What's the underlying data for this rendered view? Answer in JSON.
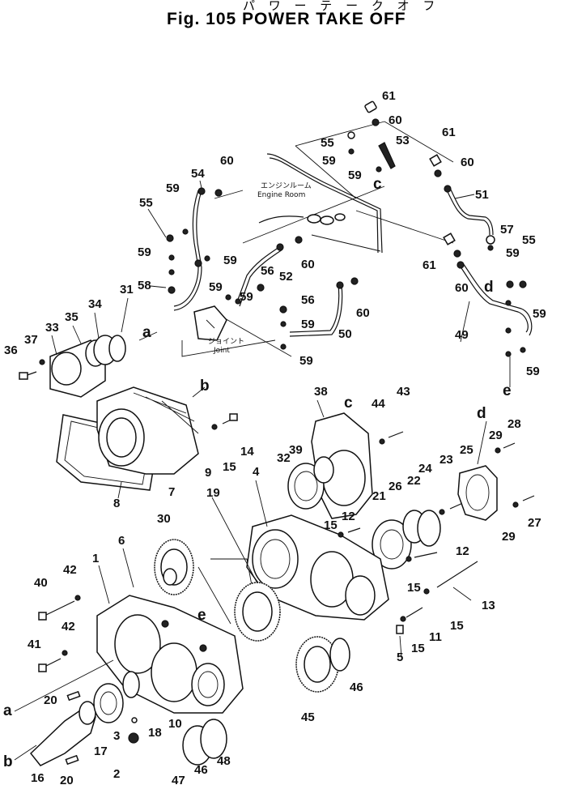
{
  "header": {
    "kana": "パ ワ ー テ ー ク オ フ",
    "title": "Fig. 105 POWER TAKE OFF"
  },
  "notes": {
    "engine_room_jp": "エンジンルーム",
    "engine_room_en": "Engine Room",
    "joint_jp": "ジョイント",
    "joint_en": "Joint"
  },
  "callouts": {
    "p1": "1",
    "p2": "2",
    "p3": "3",
    "p4": "4",
    "p5": "5",
    "p6": "6",
    "p7": "7",
    "p8": "8",
    "p9": "9",
    "p10": "10",
    "p11": "11",
    "p12a": "12",
    "p12b": "12",
    "p13": "13",
    "p14": "14",
    "p15a": "15",
    "p15b": "15",
    "p15c": "15",
    "p15d": "15",
    "p15e": "15",
    "p16": "16",
    "p17": "17",
    "p18": "18",
    "p19": "19",
    "p20a": "20",
    "p20b": "20",
    "p21": "21",
    "p22": "22",
    "p23": "23",
    "p24": "24",
    "p25": "25",
    "p26": "26",
    "p27": "27",
    "p28": "28",
    "p29a": "29",
    "p29b": "29",
    "p30": "30",
    "p31": "31",
    "p32": "32",
    "p33": "33",
    "p34": "34",
    "p35": "35",
    "p36": "36",
    "p37": "37",
    "p38": "38",
    "p39": "39",
    "p40": "40",
    "p41": "41",
    "p42a": "42",
    "p42b": "42",
    "p43": "43",
    "p44": "44",
    "p45": "45",
    "p46a": "46",
    "p46b": "46",
    "p47": "47",
    "p48": "48",
    "p49": "49",
    "p50": "50",
    "p51": "51",
    "p52": "52",
    "p53": "53",
    "p54": "54",
    "p55a": "55",
    "p55b": "55",
    "p55c": "55",
    "p56a": "56",
    "p56b": "56",
    "p57": "57",
    "p58": "58",
    "p59a": "59",
    "p59b": "59",
    "p59c": "59",
    "p59d": "59",
    "p59e": "59",
    "p59f": "59",
    "p59g": "59",
    "p59h": "59",
    "p59i": "59",
    "p59j": "59",
    "p59k": "59",
    "p60a": "60",
    "p60b": "60",
    "p60c": "60",
    "p60d": "60",
    "p60e": "60",
    "p60f": "60",
    "p61a": "61",
    "p61b": "61",
    "p61c": "61"
  },
  "refs": {
    "a_top": "a",
    "a_bottom": "a",
    "b_top": "b",
    "b_bottom": "b",
    "c_upper": "c",
    "c_lower": "c",
    "d_upper": "d",
    "d_lower": "d",
    "e_upper": "e",
    "e_lower": "e"
  }
}
